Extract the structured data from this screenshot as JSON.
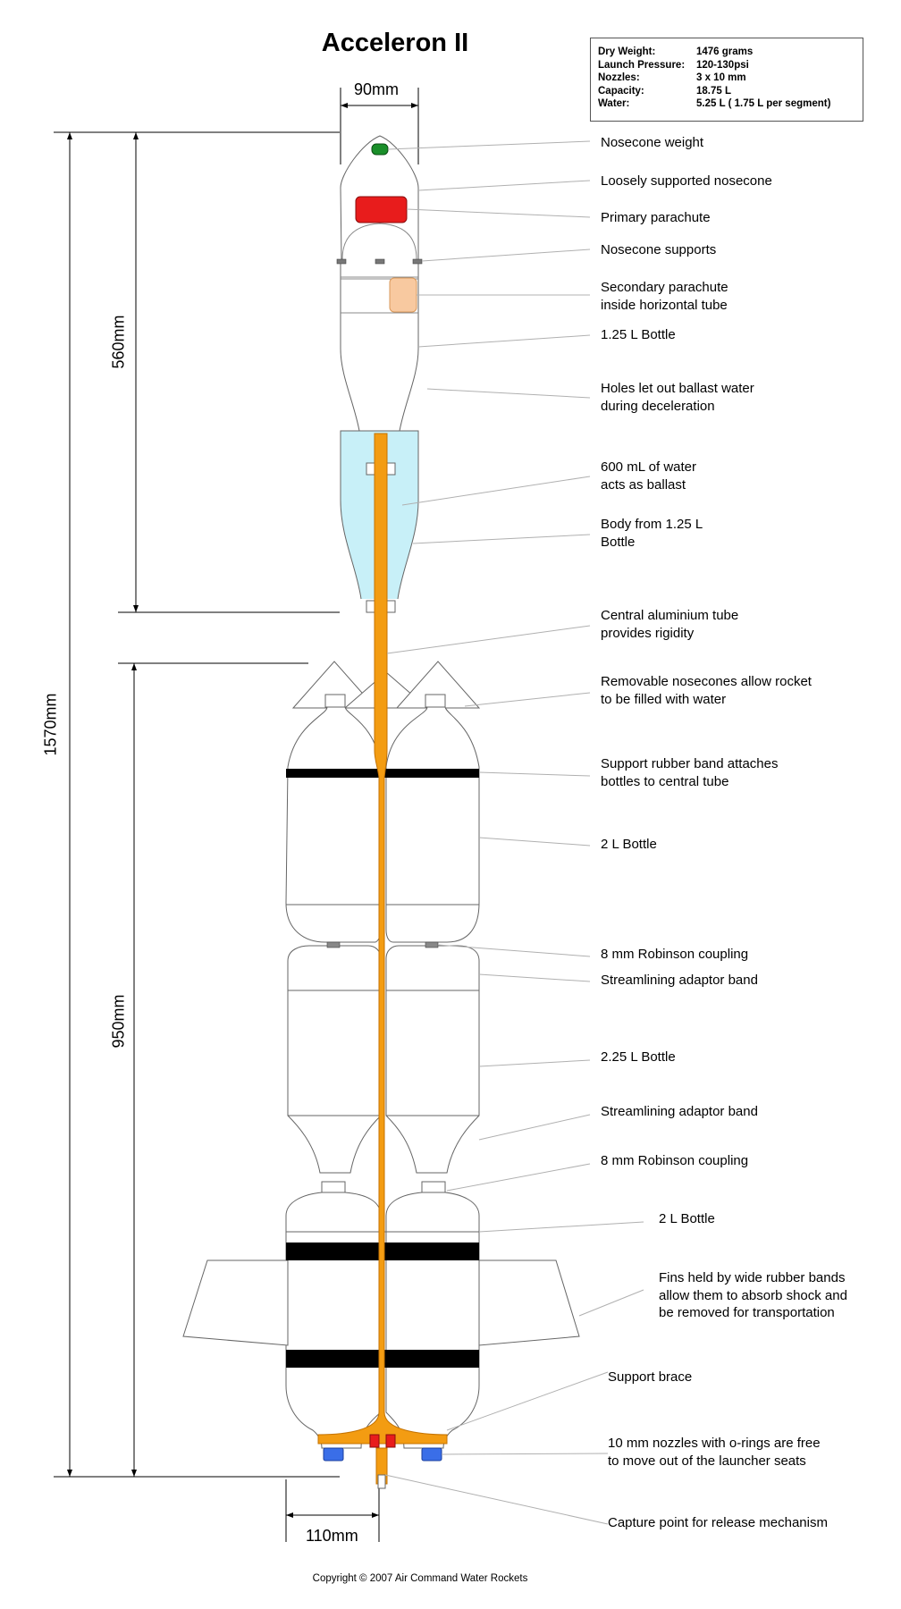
{
  "title": "Acceleron II",
  "specs": [
    {
      "label": "Dry Weight:",
      "value": "1476 grams"
    },
    {
      "label": "Launch Pressure:",
      "value": "120-130psi"
    },
    {
      "label": "Nozzles:",
      "value": "3 x 10 mm"
    },
    {
      "label": "Capacity:",
      "value": "18.75 L"
    },
    {
      "label": "Water:",
      "value": "5.25 L ( 1.75 L per segment)"
    }
  ],
  "dimensions": {
    "width_top": "90mm",
    "width_bottom": "110mm",
    "total_height": "1570mm",
    "upper_height": "560mm",
    "lower_height": "950mm"
  },
  "callouts": [
    {
      "id": "nosecone-weight",
      "lines": [
        "Nosecone weight"
      ]
    },
    {
      "id": "loose-nosecone",
      "lines": [
        "Loosely supported nosecone"
      ]
    },
    {
      "id": "primary-parachute",
      "lines": [
        "Primary parachute"
      ]
    },
    {
      "id": "nosecone-supports",
      "lines": [
        "Nosecone supports"
      ]
    },
    {
      "id": "secondary-parachute",
      "lines": [
        "Secondary parachute",
        "inside horizontal tube"
      ]
    },
    {
      "id": "bottle-125",
      "lines": [
        "1.25 L Bottle"
      ]
    },
    {
      "id": "holes-ballast",
      "lines": [
        "Holes let out ballast water",
        "during deceleration"
      ]
    },
    {
      "id": "water-ballast",
      "lines": [
        "600 mL of water",
        "acts as ballast"
      ]
    },
    {
      "id": "body-125",
      "lines": [
        "Body from 1.25 L",
        "Bottle"
      ]
    },
    {
      "id": "central-tube",
      "lines": [
        "Central aluminium tube",
        "provides rigidity"
      ]
    },
    {
      "id": "removable-nosecones",
      "lines": [
        "Removable nosecones allow rocket",
        "to be filled with water"
      ]
    },
    {
      "id": "support-rubber-band",
      "lines": [
        "Support rubber band attaches",
        "bottles to central tube"
      ]
    },
    {
      "id": "bottle-2l-a",
      "lines": [
        "2 L Bottle"
      ]
    },
    {
      "id": "robinson-1",
      "lines": [
        "8 mm Robinson coupling"
      ]
    },
    {
      "id": "streamlining-1",
      "lines": [
        "Streamlining adaptor band"
      ]
    },
    {
      "id": "bottle-225",
      "lines": [
        "2.25 L Bottle"
      ]
    },
    {
      "id": "streamlining-2",
      "lines": [
        "Streamlining adaptor band"
      ]
    },
    {
      "id": "robinson-2",
      "lines": [
        "8 mm Robinson coupling"
      ]
    },
    {
      "id": "bottle-2l-b",
      "lines": [
        "2 L Bottle"
      ]
    },
    {
      "id": "fins",
      "lines": [
        "Fins held by wide rubber bands",
        "allow them to absorb shock and",
        "be removed for transportation"
      ]
    },
    {
      "id": "support-brace",
      "lines": [
        "Support brace"
      ]
    },
    {
      "id": "nozzles",
      "lines": [
        "10 mm nozzles with o-rings are free",
        "to move out of the launcher seats"
      ]
    },
    {
      "id": "capture-point",
      "lines": [
        "Capture point for release mechanism"
      ]
    }
  ],
  "copyright": "Copyright © 2007 Air Command Water Rockets",
  "colors": {
    "tube": "#f39c12",
    "water": "#c8f0f8",
    "nose_weight": "#1a8f2a",
    "primary_parachute": "#e81c1c",
    "secondary_parachute": "#f8c9a0",
    "nozzle": "#3a6ee8",
    "band": "#000000",
    "leader": "#b0b0b0"
  }
}
